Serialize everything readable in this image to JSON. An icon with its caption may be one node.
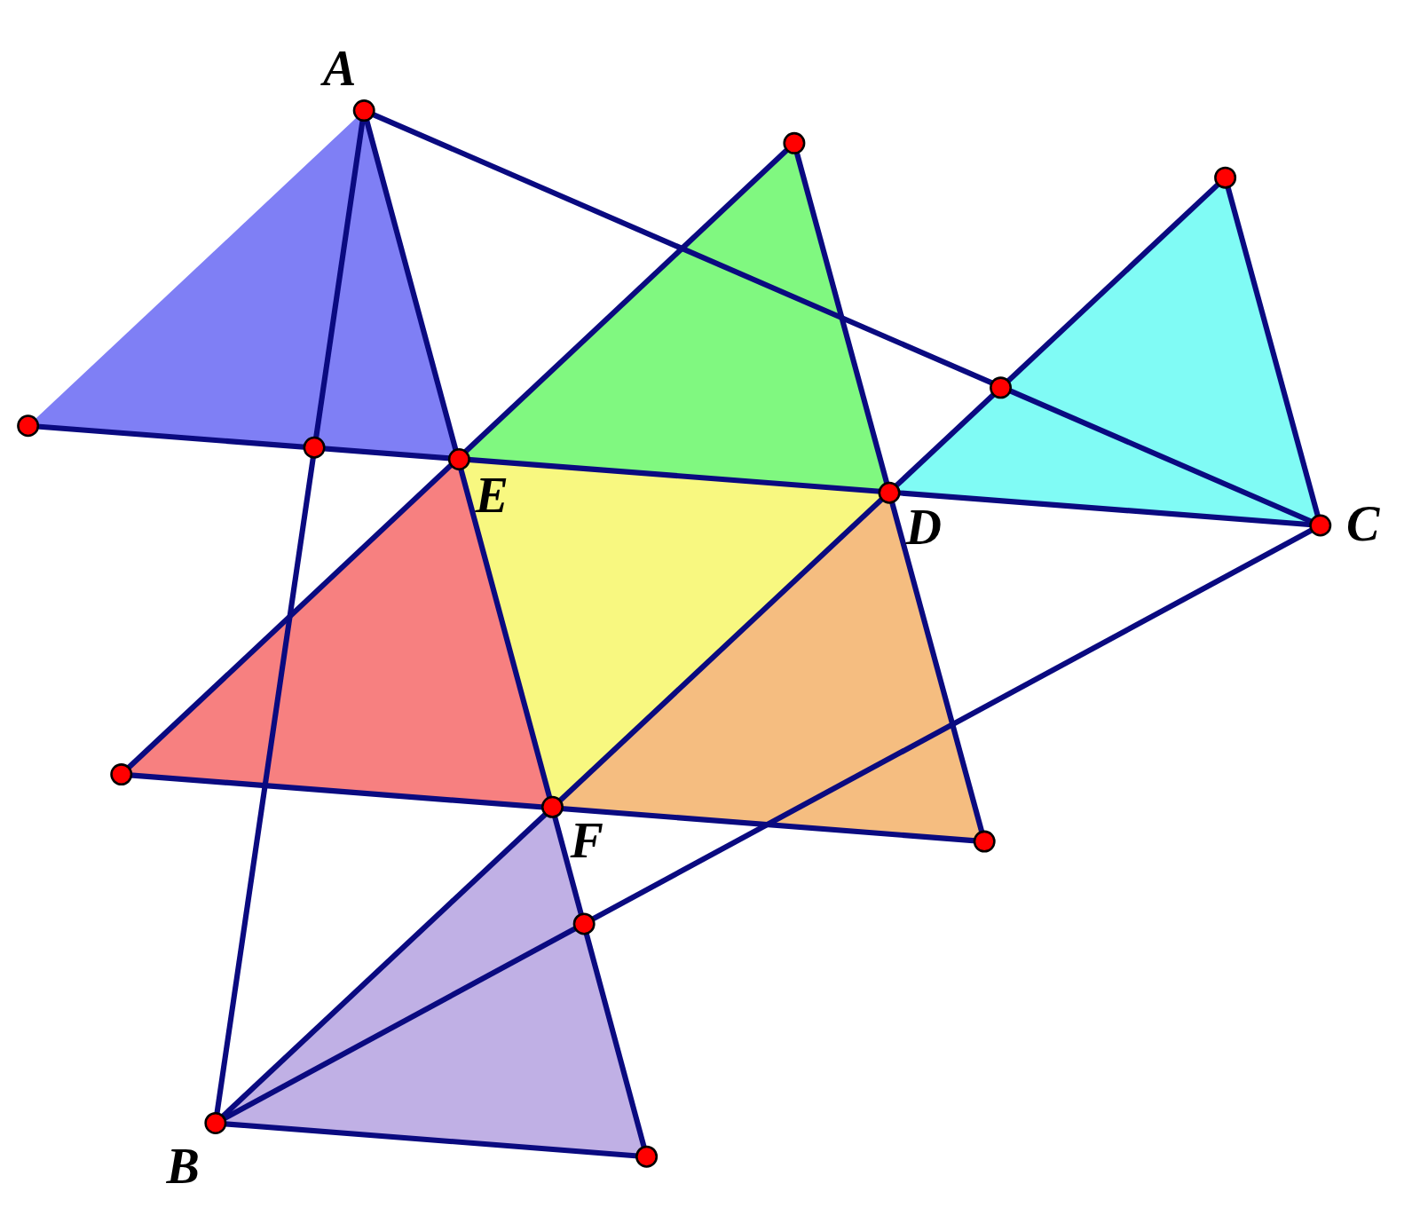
{
  "diagram": {
    "labels": [
      "A",
      "E",
      "D",
      "C",
      "F",
      "B"
    ]
  }
}
